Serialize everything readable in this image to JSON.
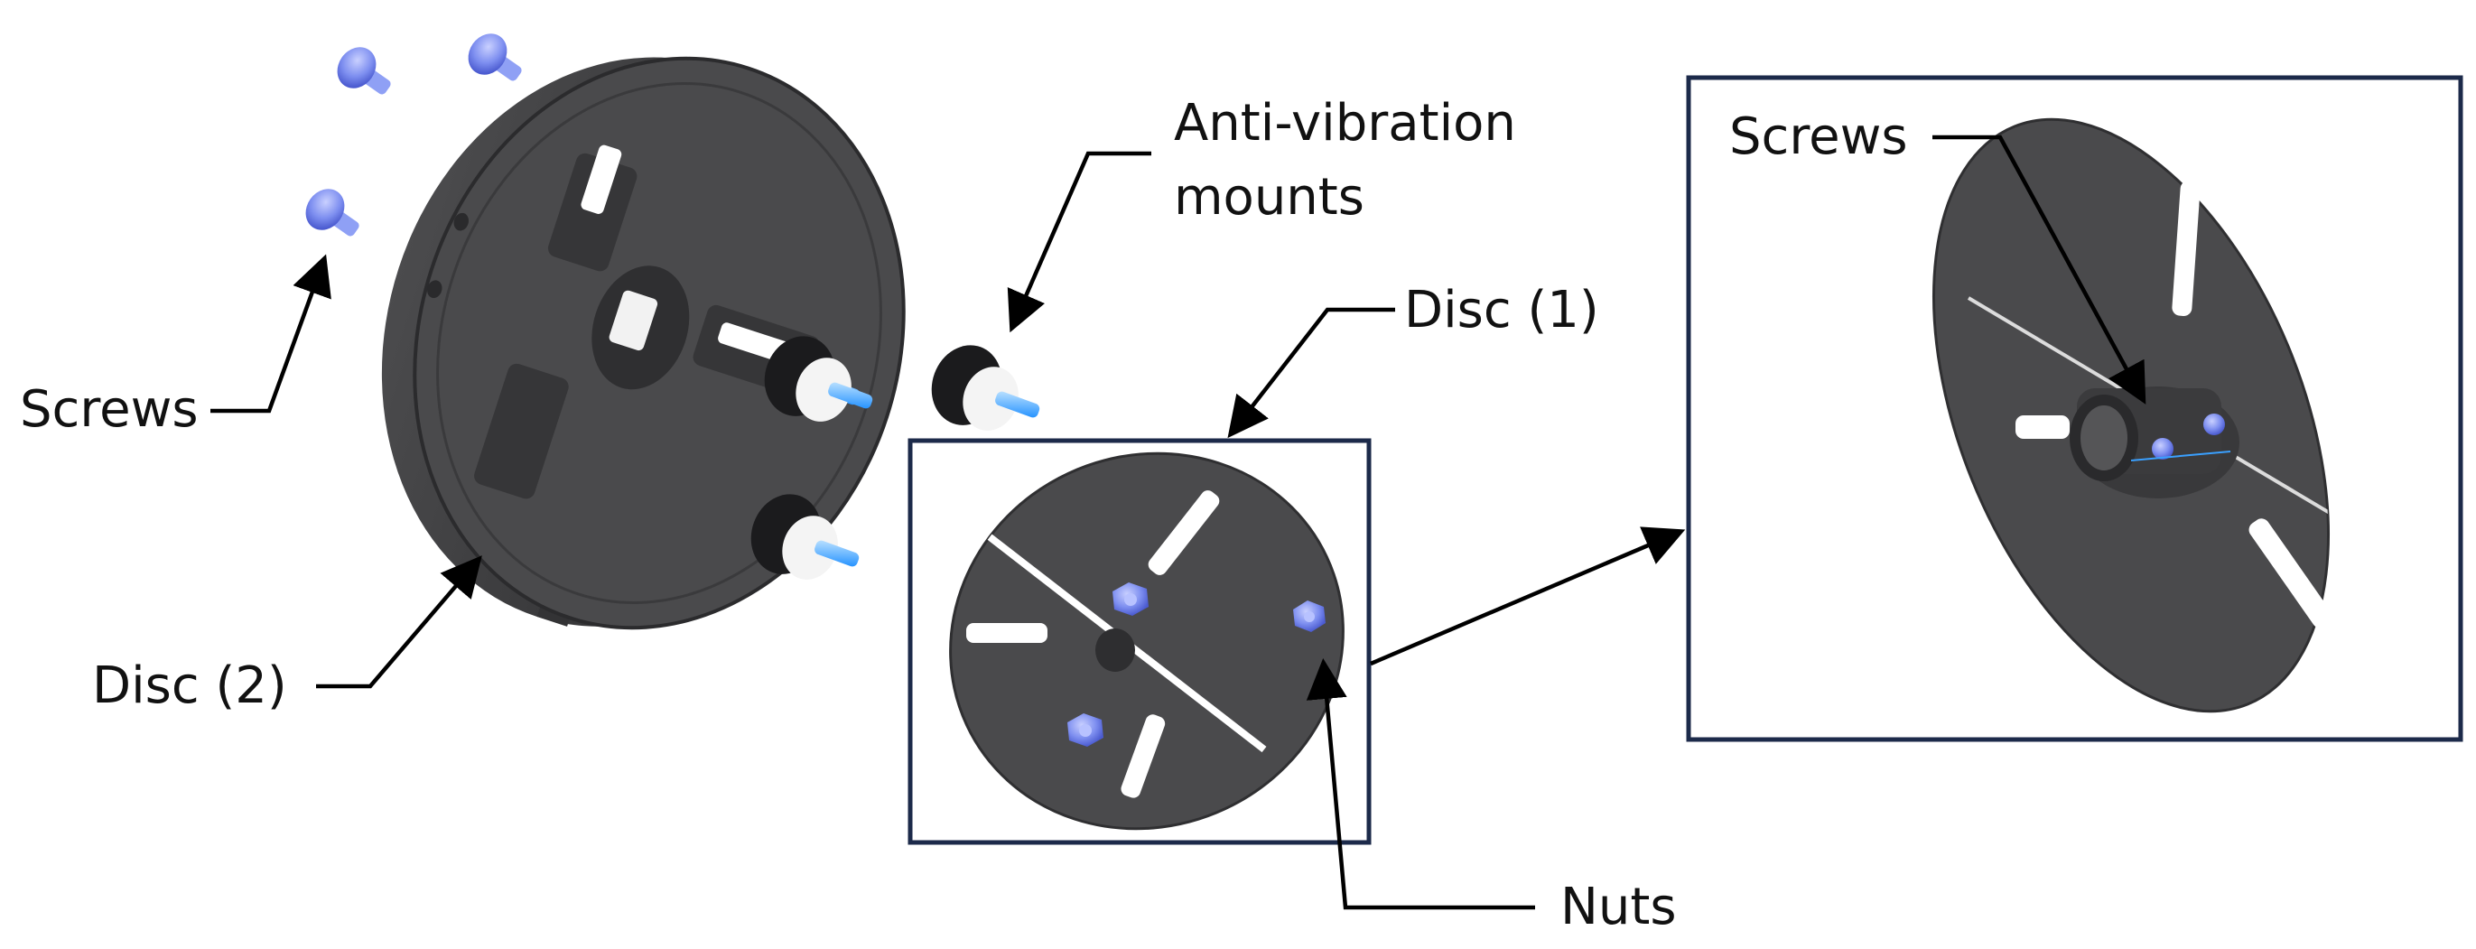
{
  "labels": {
    "screws_left": "Screws",
    "disc_2": "Disc (2)",
    "anti_vibration_line1": "Anti-vibration",
    "anti_vibration_line2": "mounts",
    "disc_1": "Disc (1)",
    "nuts": "Nuts",
    "screws_right": "Screws"
  },
  "colors": {
    "disc_dark": "#3d3d3f",
    "disc_face": "#4a4a4c",
    "disc_edge": "#2b2b2d",
    "frame": "#1c2a4a",
    "screw_blue": "#7e8ff0",
    "shaft_blue": "#3aa0ff",
    "arrow": "#000000"
  }
}
